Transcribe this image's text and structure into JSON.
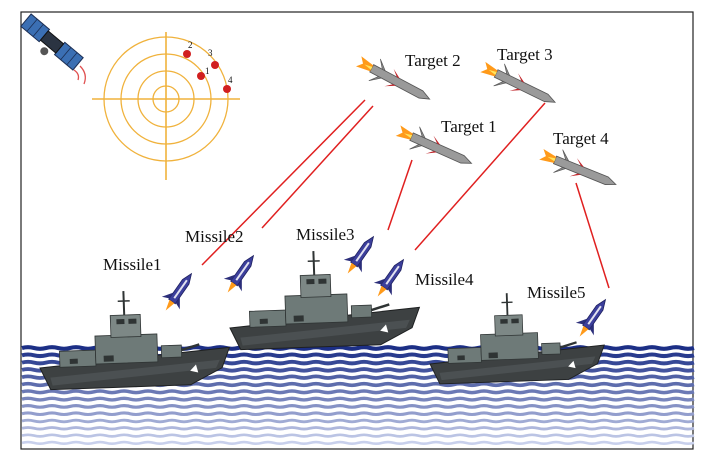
{
  "colors": {
    "frame": "#222222",
    "radar": "#f0b23c",
    "blip": "#d11f1f",
    "guidance_line": "#e02020",
    "sea_dark": "#1c2f86",
    "hull": "#3d4142",
    "superstructure": "#6e7a78",
    "target_body": "#9a9a9a",
    "missile_body": "#3c3f9c",
    "flame": "#ff9a1a"
  },
  "icons": {
    "satellite": "satellite-icon",
    "radar": "radar-scope-icon",
    "target": "cruise-missile-icon",
    "missile": "interceptor-missile-icon",
    "ship": "warship-icon"
  },
  "radar": {
    "blips": [
      "2",
      "3",
      "1",
      "4"
    ]
  },
  "targets": [
    {
      "label": "Target 2"
    },
    {
      "label": "Target 3"
    },
    {
      "label": "Target 1"
    },
    {
      "label": "Target 4"
    }
  ],
  "missiles": [
    {
      "label": "Missile1"
    },
    {
      "label": "Missile2"
    },
    {
      "label": "Missile3"
    },
    {
      "label": "Missile4"
    },
    {
      "label": "Missile5"
    }
  ]
}
